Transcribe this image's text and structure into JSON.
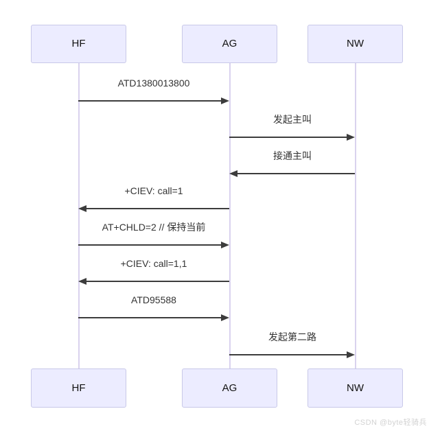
{
  "diagram": {
    "type": "sequence",
    "actors": [
      {
        "id": "HF",
        "label": "HF"
      },
      {
        "id": "AG",
        "label": "AG"
      },
      {
        "id": "NW",
        "label": "NW"
      }
    ],
    "messages": [
      {
        "from": "HF",
        "to": "AG",
        "direction": "right",
        "label": "ATD1380013800"
      },
      {
        "from": "AG",
        "to": "NW",
        "direction": "right",
        "label": "发起主叫"
      },
      {
        "from": "NW",
        "to": "AG",
        "direction": "left",
        "label": "接通主叫"
      },
      {
        "from": "AG",
        "to": "HF",
        "direction": "left",
        "label": "+CIEV: call=1"
      },
      {
        "from": "HF",
        "to": "AG",
        "direction": "right",
        "label": "AT+CHLD=2 // 保持当前"
      },
      {
        "from": "AG",
        "to": "HF",
        "direction": "left",
        "label": "+CIEV: call=1,1"
      },
      {
        "from": "HF",
        "to": "AG",
        "direction": "right",
        "label": "ATD95588"
      },
      {
        "from": "AG",
        "to": "NW",
        "direction": "right",
        "label": "发起第二路"
      }
    ],
    "colors": {
      "actor_fill": "#ececff",
      "actor_border": "#c8c8e8",
      "lifeline": "#d9d2ee",
      "arrow": "#3c3c3c",
      "message_text": "#333333",
      "watermark_text": "#d2d2d2"
    }
  },
  "watermark": "CSDN @byte轻骑兵"
}
